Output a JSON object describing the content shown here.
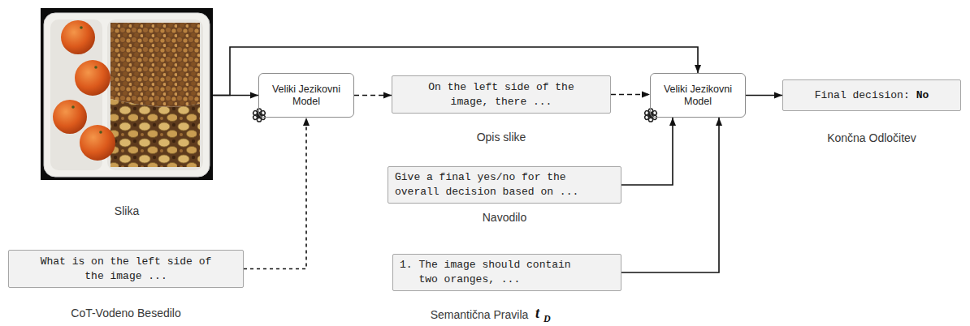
{
  "diagram": {
    "nodes": [
      {
        "text": [
          "Slika"
        ]
      },
      {
        "text": [
          "Veliki Jezikovni Model"
        ]
      },
      {
        "text": [
          "On the left side of the image, there ...",
          "Opis slike"
        ]
      },
      {
        "text": [
          "Veliki Jezikovni Model"
        ]
      },
      {
        "text": [
          "Final decision:",
          "No",
          "Končna Odločitev"
        ]
      },
      {
        "text": [
          "Give a final yes/no for the overall decision based on ...",
          "Navodilo"
        ]
      },
      {
        "text": [
          "What is on the left side of the image ...",
          "CoT-Vodeno Besedilo"
        ]
      },
      {
        "text": [
          "1. The image should contain two oranges, ...",
          "Semantična Pravila"
        ]
      }
    ],
    "edges": [
      {
        "from": 0,
        "to": 1,
        "arrow": "to"
      },
      {
        "from": 0,
        "to": 3,
        "arrow": "to"
      },
      {
        "from": 1,
        "to": 2,
        "arrow": "to"
      },
      {
        "from": 2,
        "to": 3,
        "arrow": "to"
      },
      {
        "from": 3,
        "to": 4,
        "arrow": "to"
      },
      {
        "from": 5,
        "to": 3,
        "arrow": "to"
      },
      {
        "from": 6,
        "to": 1,
        "arrow": "to"
      },
      {
        "from": 7,
        "to": 3,
        "arrow": "to"
      }
    ],
    "labels": [
      "t",
      "D"
    ]
  }
}
